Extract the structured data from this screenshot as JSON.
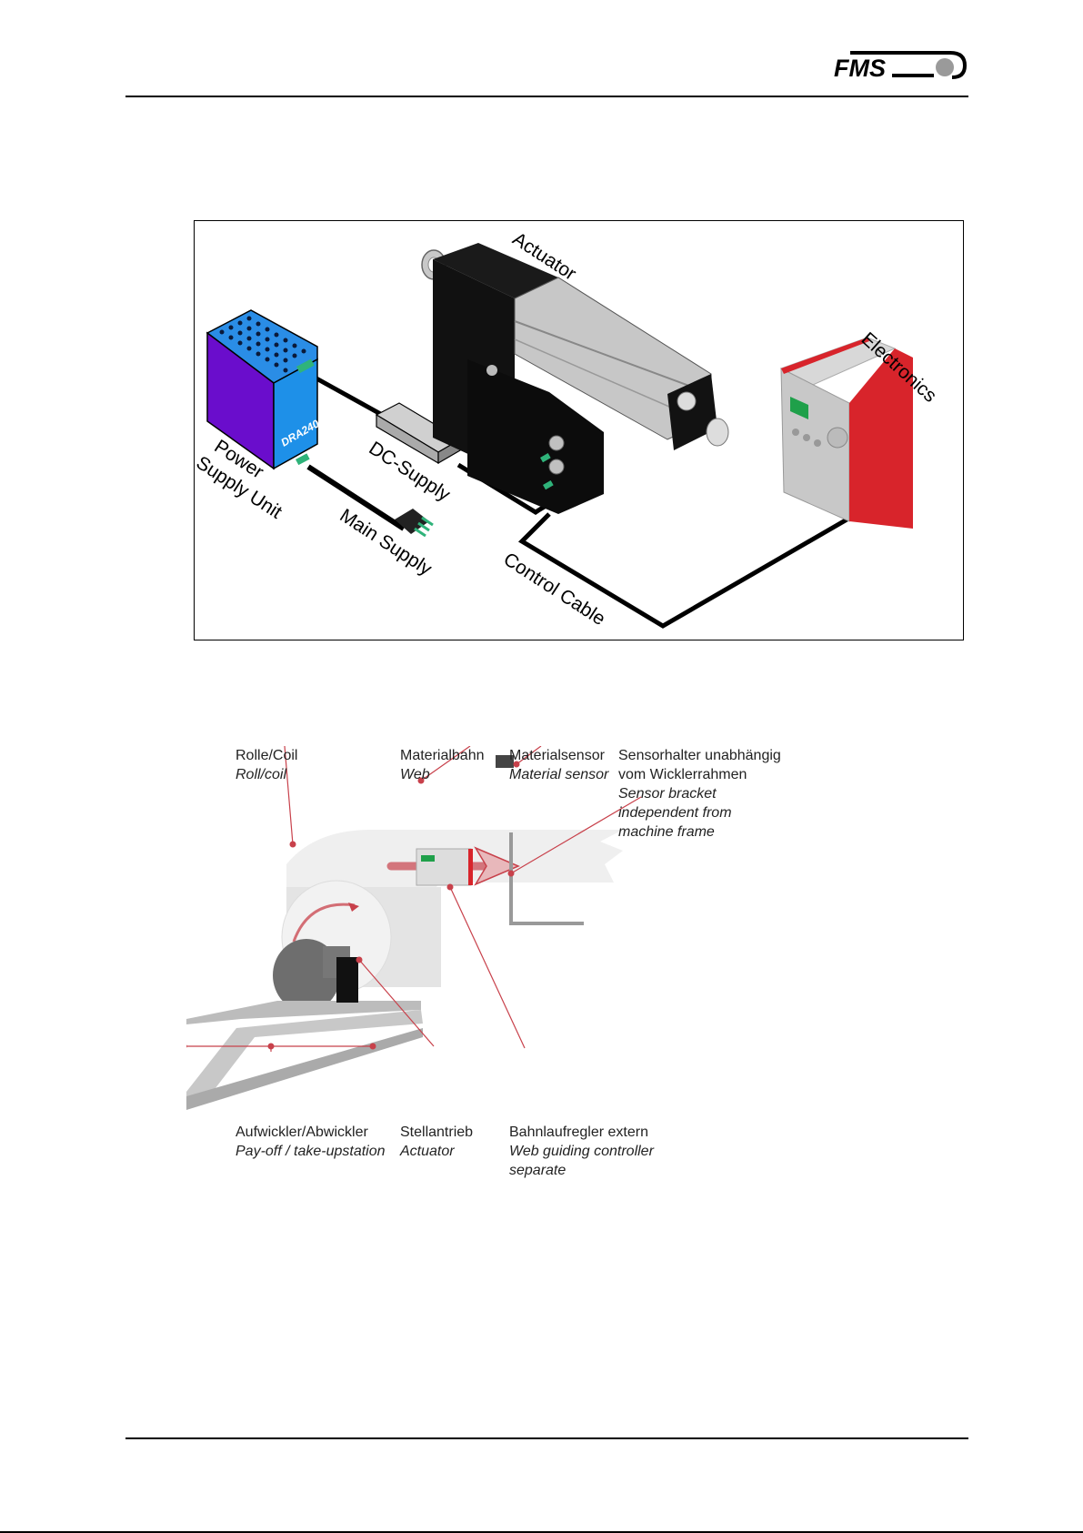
{
  "header": {
    "brand": "FMS",
    "logo_icon": "fms-logo-icon"
  },
  "figure1": {
    "labels": {
      "actuator": "Actuator",
      "electronics": "Electronics",
      "power_supply_line1": "Power",
      "power_supply_line2": "Supply Unit",
      "dc_supply": "DC-Supply",
      "main_supply": "Main Supply",
      "control_cable": "Control Cable",
      "psu_model": "DRA240"
    },
    "colors": {
      "psu_blue": "#1e90e8",
      "psu_purple": "#6a0dcc",
      "terminal_green": "#2fb37a",
      "electronics_red": "#d8242b",
      "lcd_green": "#1fa04a"
    }
  },
  "figure2": {
    "labels": {
      "roll": {
        "de": "Rolle/Coil",
        "en": "Roll/coil"
      },
      "web": {
        "de": "Materialbahn",
        "en": "Web"
      },
      "sensor": {
        "de": "Materialsensor",
        "en": "Material sensor"
      },
      "bracket": {
        "de_1": "Sensorhalter unabhängig",
        "de_2": "vom Wicklerrahmen",
        "en_1": "Sensor bracket",
        "en_2": "independent from",
        "en_3": "machine frame"
      },
      "station": {
        "de": "Aufwickler/Abwickler",
        "en": "Pay-off / take-upstation"
      },
      "actuator": {
        "de": "Stellantrieb",
        "en": "Actuator"
      },
      "controller": {
        "de": "Bahnlaufregler extern",
        "en_1": "Web guiding controller",
        "en_2": "separate"
      }
    },
    "colors": {
      "accent_red": "#c8414b"
    }
  }
}
